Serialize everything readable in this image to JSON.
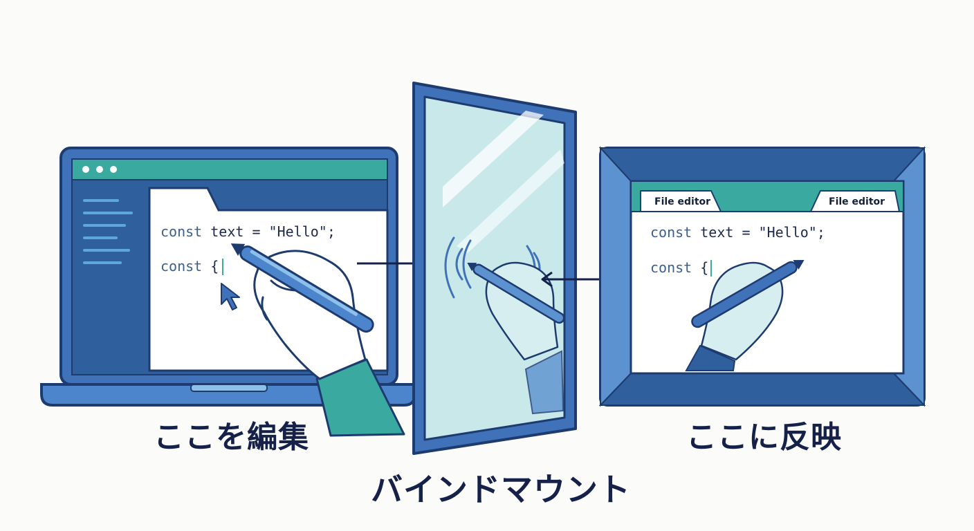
{
  "left_editor": {
    "code_line1": {
      "keyword": "const",
      "rest": " text = \"Hello\";"
    },
    "code_line2": {
      "keyword": "const",
      "rest": " {"
    }
  },
  "right_editor": {
    "tab_left": "File editor",
    "tab_right": "File editor",
    "code_line1": {
      "keyword": "const",
      "rest": " text = \"Hello\";"
    },
    "code_line2": {
      "keyword": "const",
      "rest": " {"
    }
  },
  "captions": {
    "left": "ここを編集",
    "right": "ここに反映",
    "bottom": "バインドマウント"
  },
  "colors": {
    "frame_blue": "#3f72b8",
    "frame_dark": "#1d3b6e",
    "teal": "#3aa9a0",
    "glass": "#c9e8ea",
    "paper": "#ffffff",
    "text_dark": "#16214a"
  }
}
